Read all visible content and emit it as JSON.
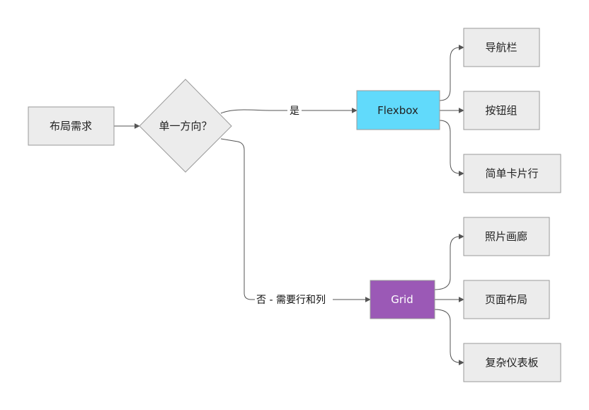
{
  "nodes": {
    "start": "布局需求",
    "decision": "单一方向？",
    "flexbox": "Flexbox",
    "grid": "Grid",
    "navbar": "导航栏",
    "button_group": "按钮组",
    "simple_card_row": "简单卡片行",
    "photo_gallery": "照片画廊",
    "page_layout": "页面布局",
    "complex_dashboard": "复杂仪表板"
  },
  "edges": {
    "yes": "是",
    "no": "否 - 需要行和列"
  },
  "colors": {
    "node_fill": "#ececec",
    "flexbox_fill": "#61dafb",
    "grid_fill": "#9b59b6",
    "edge": "#555555"
  }
}
